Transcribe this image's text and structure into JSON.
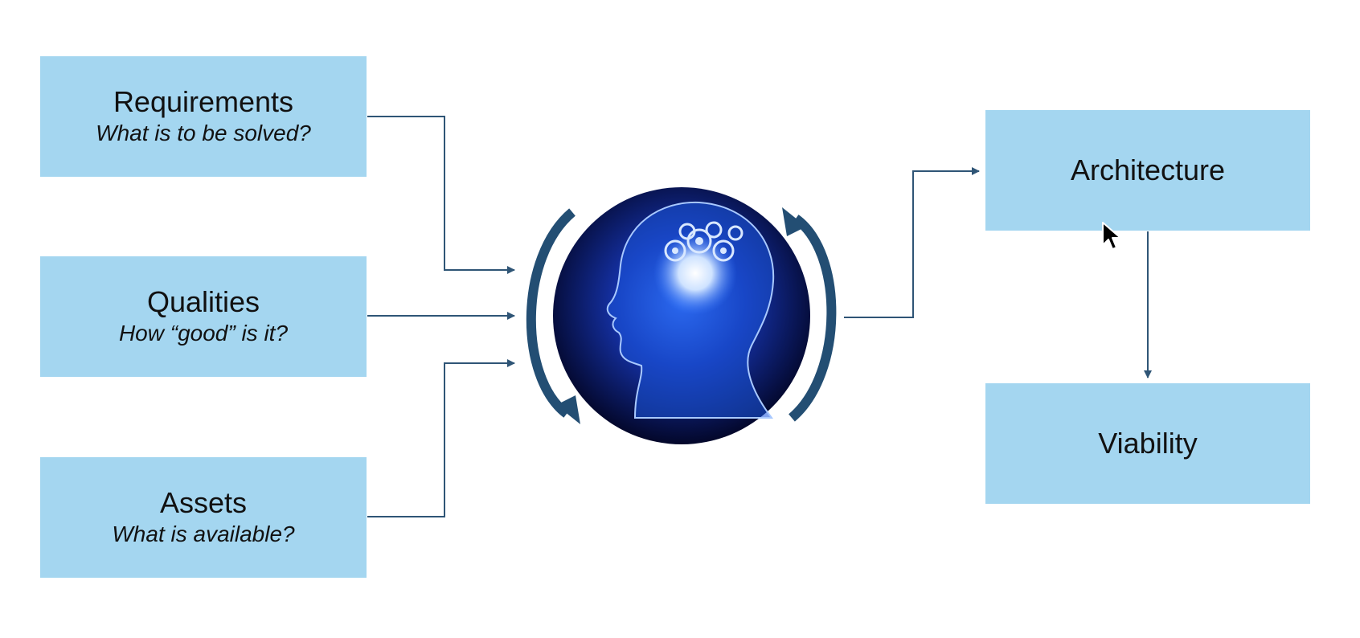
{
  "diagram": {
    "inputs": [
      {
        "title": "Requirements",
        "subtitle": "What is to be solved?"
      },
      {
        "title": "Qualities",
        "subtitle": "How “good” is it?"
      },
      {
        "title": "Assets",
        "subtitle": "What is available?"
      }
    ],
    "outputs": [
      {
        "title": "Architecture"
      },
      {
        "title": "Viability"
      }
    ],
    "center_image": "head-with-gears-image",
    "colors": {
      "box_fill": "#a4d6f0",
      "connector": "#2f5576",
      "cycle_arrows": "#234e73"
    }
  }
}
